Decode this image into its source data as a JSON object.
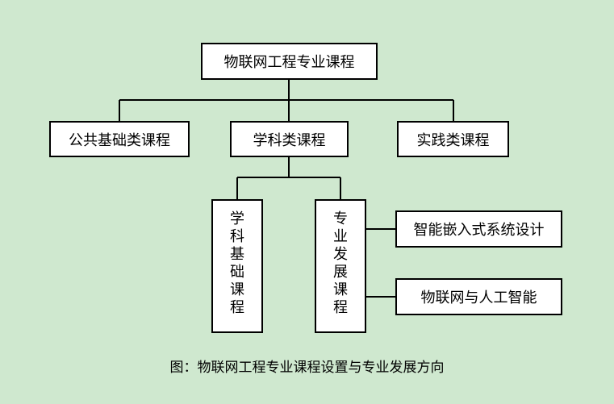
{
  "diagram": {
    "root": "物联网工程专业课程",
    "level1": [
      "公共基础类课程",
      "学科类课程",
      "实践类课程"
    ],
    "level2": [
      "学科基础课程",
      "专业发展课程"
    ],
    "level3": [
      "智能嵌入式系统设计",
      "物联网与人工智能"
    ],
    "caption": "图：物联网工程专业课程设置与专业发展方向"
  },
  "colors": {
    "background": "#cfe8cf",
    "box_fill": "#ffffff",
    "line": "#000000"
  }
}
